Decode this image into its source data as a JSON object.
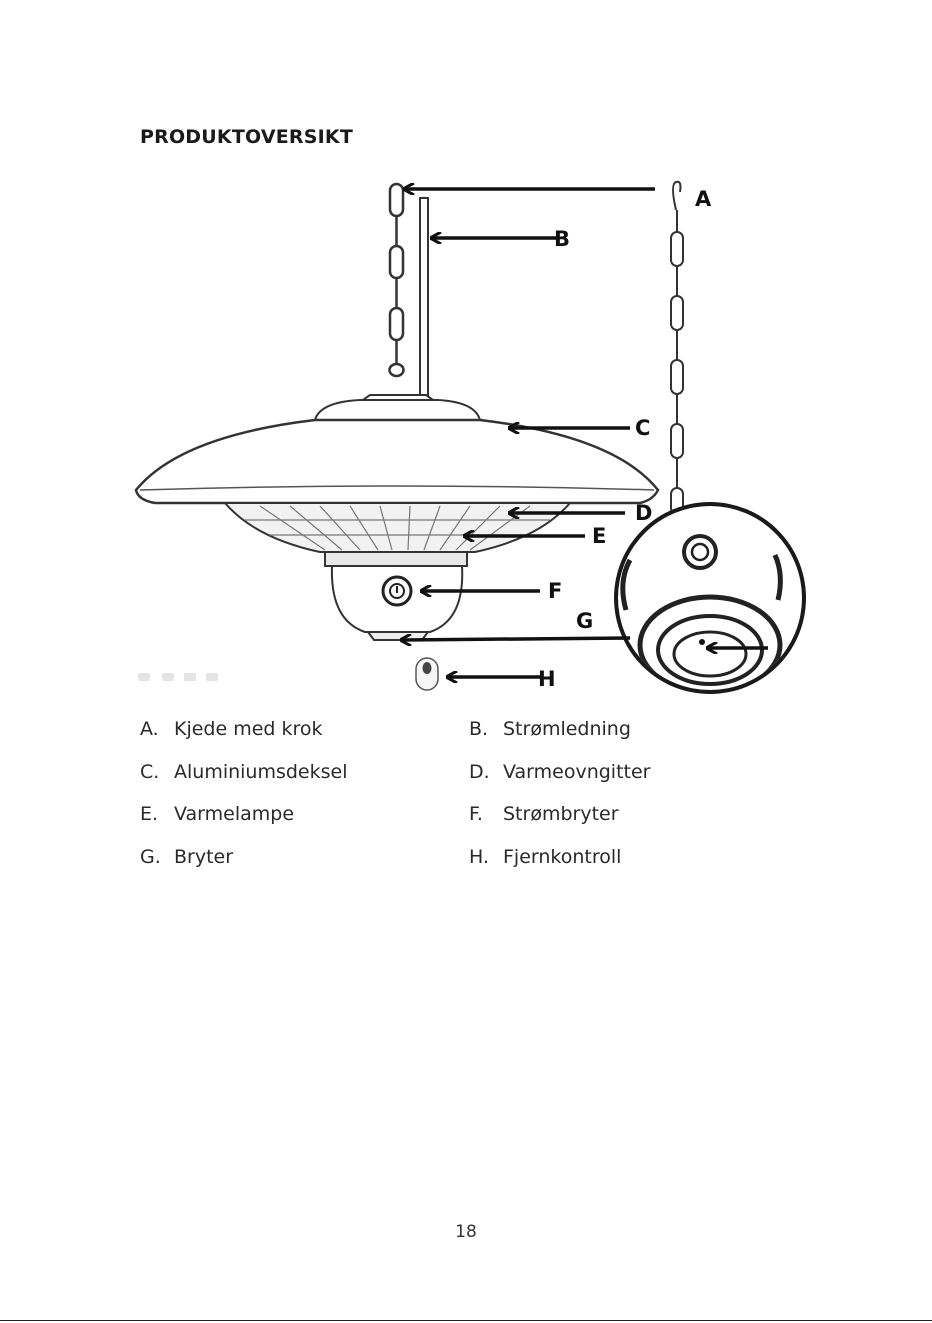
{
  "page": {
    "title": "PRODUKTOVERSIKT",
    "page_number": "18"
  },
  "figure": {
    "callouts": [
      "A",
      "B",
      "C",
      "D",
      "E",
      "F",
      "G",
      "H"
    ]
  },
  "legend": [
    {
      "letter": "A.",
      "text": "Kjede med krok"
    },
    {
      "letter": "B.",
      "text": "Strømledning"
    },
    {
      "letter": "C.",
      "text": "Aluminiumsdeksel"
    },
    {
      "letter": "D.",
      "text": "Varmeovngitter"
    },
    {
      "letter": "E.",
      "text": "Varmelampe"
    },
    {
      "letter": "F.",
      "text": "Strømbryter"
    },
    {
      "letter": "G.",
      "text": "Bryter"
    },
    {
      "letter": "H.",
      "text": "Fjernkontroll"
    }
  ]
}
